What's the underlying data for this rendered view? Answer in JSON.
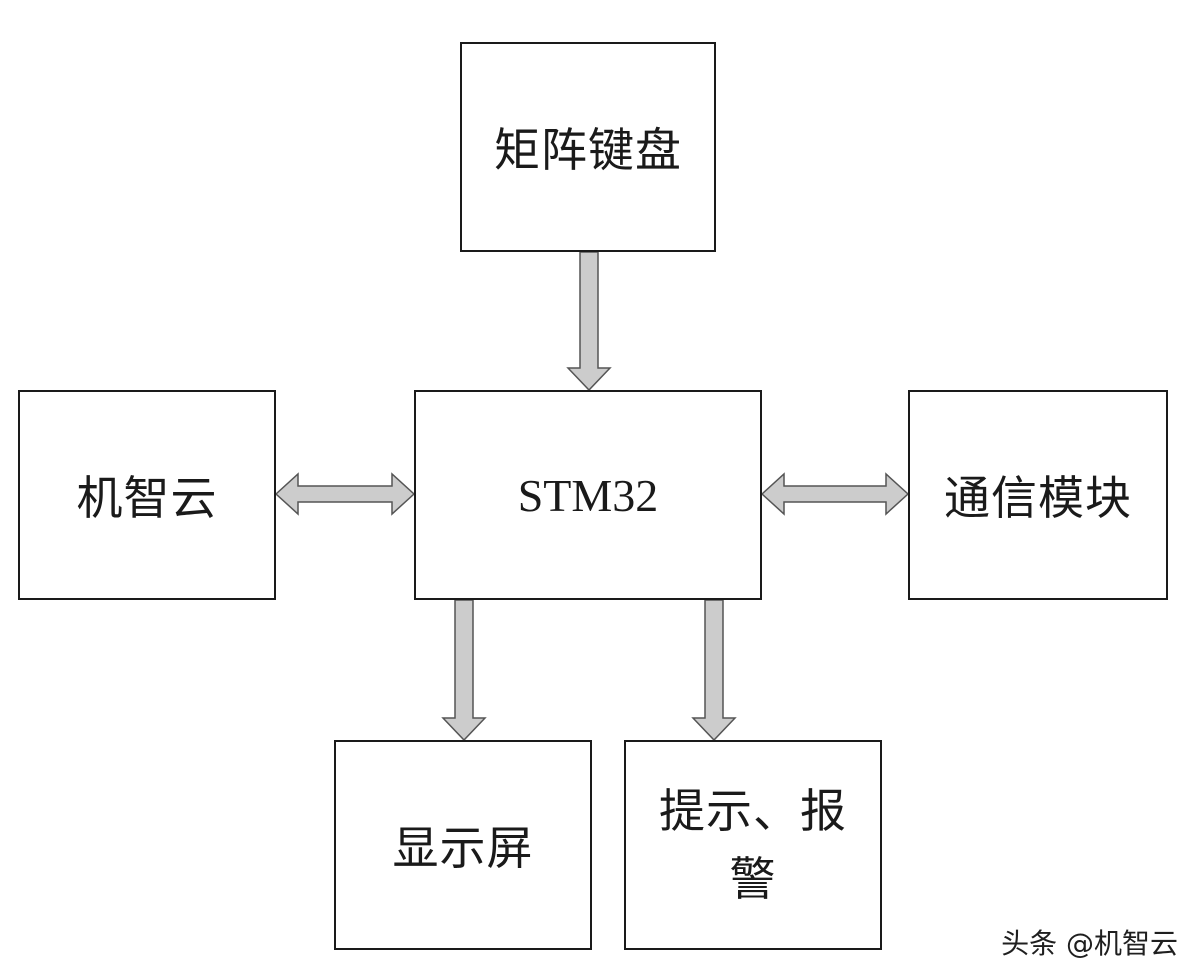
{
  "nodes": {
    "keyboard": "矩阵键盘",
    "mcu": "STM32",
    "cloud": "机智云",
    "comm": "通信模块",
    "display": "显示屏",
    "alarm": "提示、报警"
  },
  "edges": [
    {
      "from": "keyboard",
      "to": "mcu",
      "direction": "one-way"
    },
    {
      "from": "cloud",
      "to": "mcu",
      "direction": "two-way"
    },
    {
      "from": "mcu",
      "to": "comm",
      "direction": "two-way"
    },
    {
      "from": "mcu",
      "to": "display",
      "direction": "one-way"
    },
    {
      "from": "mcu",
      "to": "alarm",
      "direction": "one-way"
    }
  ],
  "watermark": "头条 @机智云",
  "colors": {
    "border": "#1a1a1a",
    "arrow_fill": "#cccccc",
    "arrow_stroke": "#555555"
  }
}
